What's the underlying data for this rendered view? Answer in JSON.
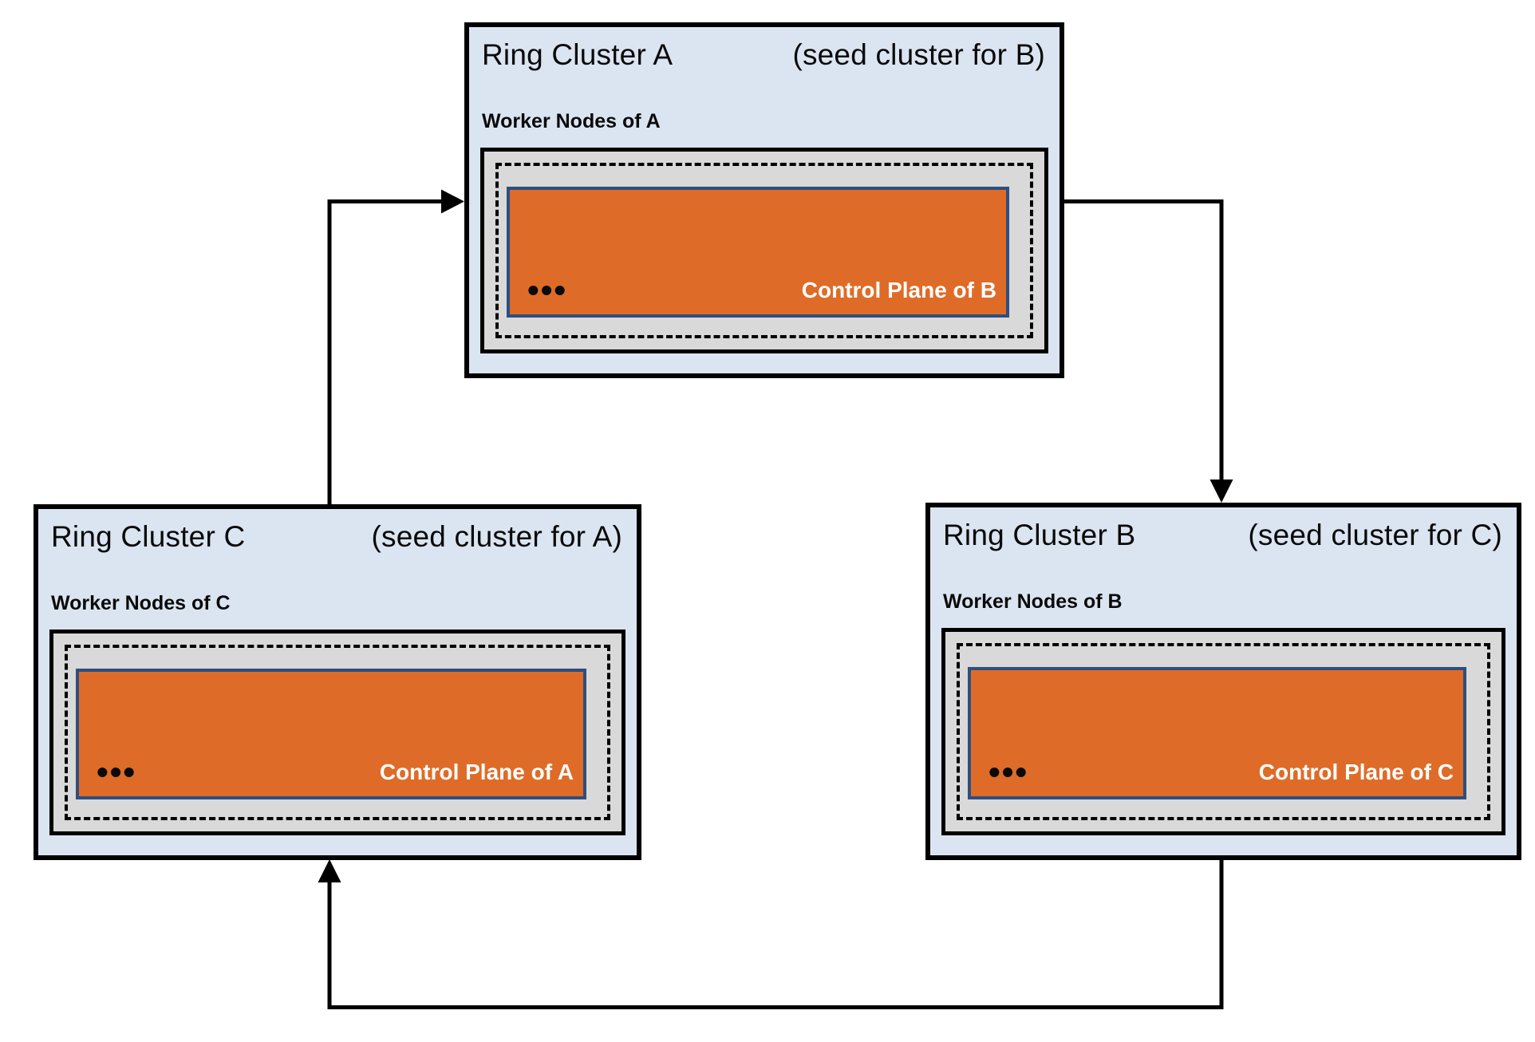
{
  "clusters": {
    "a": {
      "title": "Ring Cluster A",
      "seed_note": "(seed cluster for B)",
      "worker_label": "Worker Nodes of A",
      "control_plane_label": "Control Plane of B",
      "ellipsis": "•••"
    },
    "b": {
      "title": "Ring Cluster B",
      "seed_note": "(seed cluster for C)",
      "worker_label": "Worker Nodes of B",
      "control_plane_label": "Control Plane of C",
      "ellipsis": "•••"
    },
    "c": {
      "title": "Ring Cluster C",
      "seed_note": "(seed cluster for A)",
      "worker_label": "Worker Nodes of C",
      "control_plane_label": "Control Plane of A",
      "ellipsis": "•••"
    }
  },
  "colors": {
    "cluster_bg": "#dbe5f1",
    "worker_box_bg": "#d9d9d9",
    "control_plane_bg": "#de6c28",
    "control_plane_border": "#2e4e7e",
    "control_plane_text": "#ffffff",
    "line": "#000000"
  },
  "arrows": [
    {
      "id": "arrow-c-to-a",
      "from": "Ring Cluster C",
      "to": "Ring Cluster A"
    },
    {
      "id": "arrow-a-to-b",
      "from": "Ring Cluster A",
      "to": "Ring Cluster B"
    },
    {
      "id": "arrow-b-to-c",
      "from": "Ring Cluster B",
      "to": "Ring Cluster C"
    }
  ]
}
